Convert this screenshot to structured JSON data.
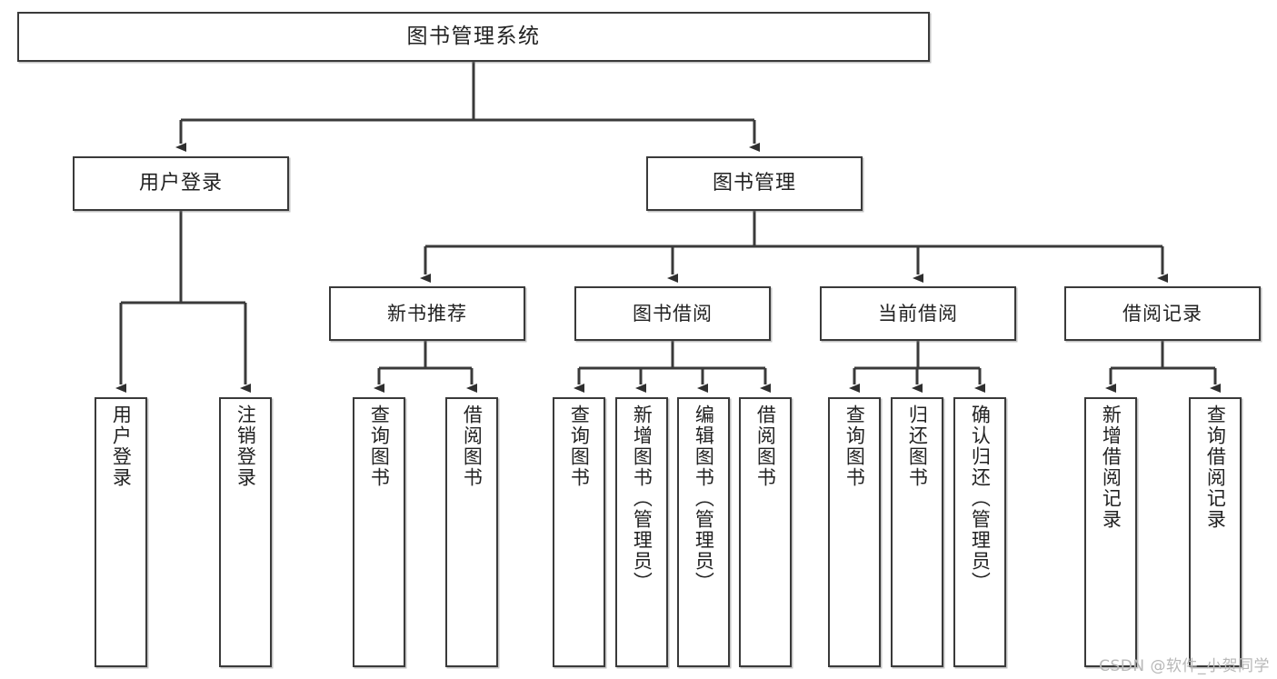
{
  "diagram": {
    "title": "图书管理系统",
    "watermark": "CSDN @软件_小贺同学",
    "line_color": "#3a3a3a",
    "box_fill": "#ffffff",
    "text_color": "#222222"
  },
  "nodes": {
    "root": {
      "label": "图书管理系统"
    },
    "level2": [
      {
        "label": "用户登录"
      },
      {
        "label": "图书管理"
      }
    ],
    "level3": [
      {
        "label": "新书推荐"
      },
      {
        "label": "图书借阅"
      },
      {
        "label": "当前借阅"
      },
      {
        "label": "借阅记录"
      }
    ],
    "leaves": {
      "user_login": [
        {
          "label": "用户登录"
        },
        {
          "label": "注销登录"
        }
      ],
      "new_book": [
        {
          "label": "查询图书"
        },
        {
          "label": "借阅图书"
        }
      ],
      "borrow_book": [
        {
          "label": "查询图书"
        },
        {
          "label": "新增图书（管理员）"
        },
        {
          "label": "编辑图书（管理员）"
        },
        {
          "label": "借阅图书"
        }
      ],
      "current_borrow": [
        {
          "label": "查询图书"
        },
        {
          "label": "归还图书"
        },
        {
          "label": "确认归还（管理员）"
        }
      ],
      "borrow_record": [
        {
          "label": "新增借阅记录"
        },
        {
          "label": "查询借阅记录"
        }
      ]
    }
  },
  "chart_data": {
    "type": "tree-diagram",
    "title": "图书管理系统",
    "orientation": "top-down",
    "levels": 4,
    "tree": {
      "name": "图书管理系统",
      "children": [
        {
          "name": "用户登录",
          "children": [
            {
              "name": "用户登录"
            },
            {
              "name": "注销登录"
            }
          ]
        },
        {
          "name": "图书管理",
          "children": [
            {
              "name": "新书推荐",
              "children": [
                {
                  "name": "查询图书"
                },
                {
                  "name": "借阅图书"
                }
              ]
            },
            {
              "name": "图书借阅",
              "children": [
                {
                  "name": "查询图书"
                },
                {
                  "name": "新增图书（管理员）"
                },
                {
                  "name": "编辑图书（管理员）"
                },
                {
                  "name": "借阅图书"
                }
              ]
            },
            {
              "name": "当前借阅",
              "children": [
                {
                  "name": "查询图书"
                },
                {
                  "name": "归还图书"
                },
                {
                  "name": "确认归还（管理员）"
                }
              ]
            },
            {
              "name": "借阅记录",
              "children": [
                {
                  "name": "新增借阅记录"
                },
                {
                  "name": "查询借阅记录"
                }
              ]
            }
          ]
        }
      ]
    }
  }
}
